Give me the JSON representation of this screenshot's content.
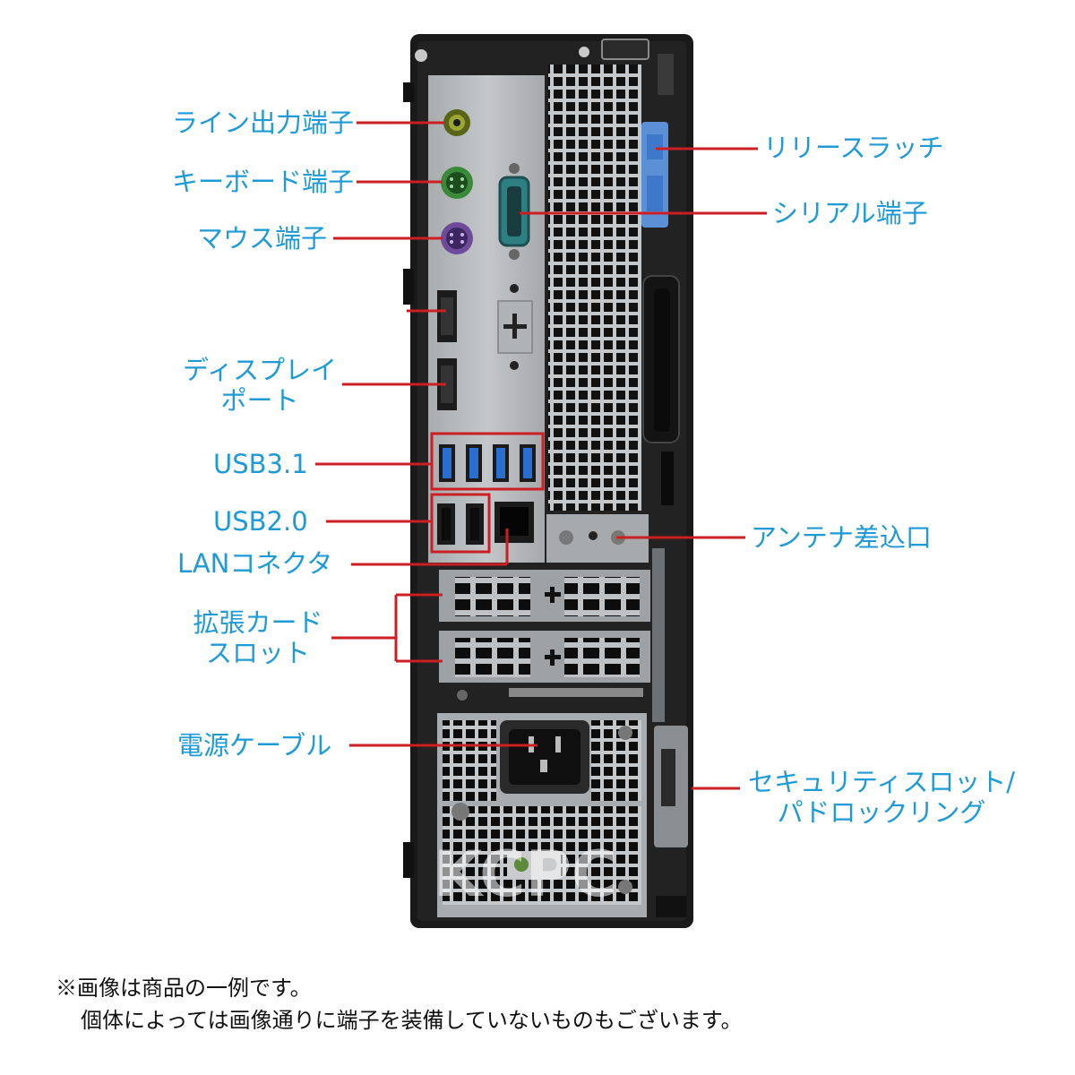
{
  "colors": {
    "label_text": "#1e9ad6",
    "leader_line": "#cc1f24",
    "case_body": "#1a1a1a",
    "io_plate": "#b9bcbf",
    "latch_blue": "#5b8fd6"
  },
  "watermark": "KCPC",
  "labels": {
    "line_out": "ライン出力端子",
    "keyboard_port": "キーボード端子",
    "mouse_port": "マウス端子",
    "displayport_line1": "ディスプレイ",
    "displayport_line2": "ポート",
    "usb31": "USB3.1",
    "usb20": "USB2.0",
    "lan": "LANコネクタ",
    "expansion_line1": "拡張カード",
    "expansion_line2": "スロット",
    "power_cable": "電源ケーブル",
    "release_latch": "リリースラッチ",
    "serial_port": "シリアル端子",
    "antenna": "アンテナ差込口",
    "security_line1": "セキュリティスロット/",
    "security_line2": "パドロックリング"
  },
  "notes": {
    "line1": "※画像は商品の一例です。",
    "line2": "個体によっては画像通りに端子を装備していないものもございます。"
  }
}
